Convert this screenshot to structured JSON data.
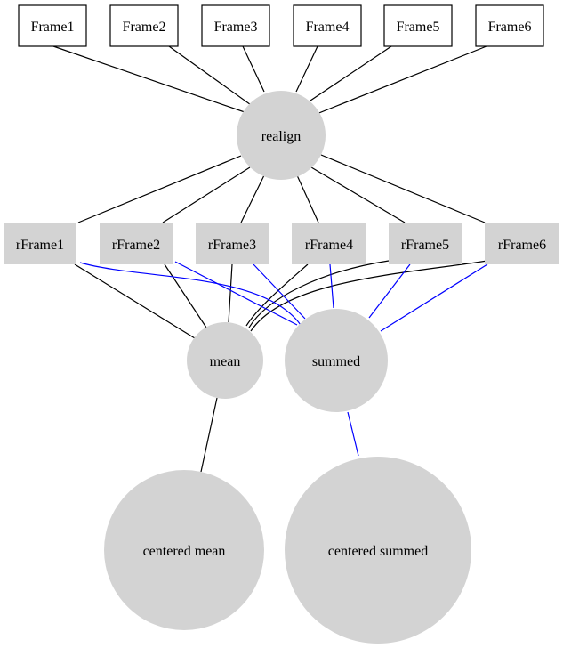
{
  "colors": {
    "background": "#ffffff",
    "node_fill": "#d3d3d3",
    "node_stroke": "#000000",
    "edge_black": "#000000",
    "edge_blue": "#0000ff"
  },
  "diagram": {
    "frames": [
      {
        "id": "Frame1",
        "label": "Frame1"
      },
      {
        "id": "Frame2",
        "label": "Frame2"
      },
      {
        "id": "Frame3",
        "label": "Frame3"
      },
      {
        "id": "Frame4",
        "label": "Frame4"
      },
      {
        "id": "Frame5",
        "label": "Frame5"
      },
      {
        "id": "Frame6",
        "label": "Frame6"
      }
    ],
    "realign": {
      "id": "realign",
      "label": "realign"
    },
    "rframes": [
      {
        "id": "rFrame1",
        "label": "rFrame1"
      },
      {
        "id": "rFrame2",
        "label": "rFrame2"
      },
      {
        "id": "rFrame3",
        "label": "rFrame3"
      },
      {
        "id": "rFrame4",
        "label": "rFrame4"
      },
      {
        "id": "rFrame5",
        "label": "rFrame5"
      },
      {
        "id": "rFrame6",
        "label": "rFrame6"
      }
    ],
    "mean": {
      "id": "mean",
      "label": "mean"
    },
    "summed": {
      "id": "summed",
      "label": "summed"
    },
    "centered_mean": {
      "id": "centered_mean",
      "label": "centered mean"
    },
    "centered_summed": {
      "id": "centered_summed",
      "label": "centered summed"
    }
  }
}
